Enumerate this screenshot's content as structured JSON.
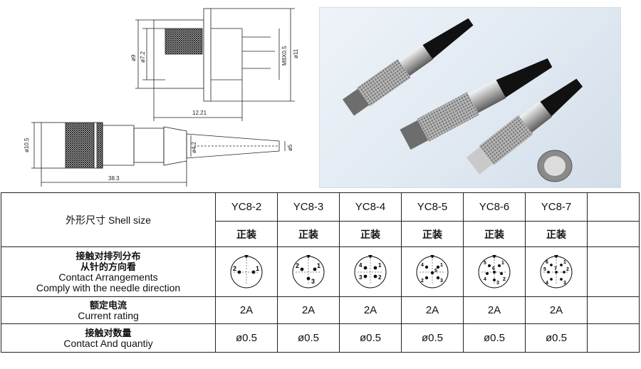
{
  "drawing_top": {
    "dim_length": "12.21",
    "dim_outer_dia": "ø9",
    "dim_inner_dia": "ø7.2",
    "dim_thread": "M8X0.5",
    "dim_flange": "ø11"
  },
  "drawing_bottom": {
    "dim_length": "38.3",
    "dim_body_dia": "ø10.5",
    "dim_inner_dia": "ø4.2",
    "dim_cable_dia": "ø5"
  },
  "table": {
    "shell_size_label": "外形尺寸  Shell size",
    "models": [
      "YC8-2",
      "YC8-3",
      "YC8-4",
      "YC8-5",
      "YC8-6",
      "YC8-7"
    ],
    "mount_label": "正装",
    "arrangement_label_cn_1": "接触对排列分布",
    "arrangement_label_cn_2": "从针的方向看",
    "arrangement_label_en_1": "Contact Arrangements",
    "arrangement_label_en_2": "Comply with the needle direction",
    "current_label_cn": "额定电流",
    "current_label_en": "Current rating",
    "current_values": [
      "2A",
      "2A",
      "2A",
      "2A",
      "2A",
      "2A"
    ],
    "quantity_label_cn": "接触对数量",
    "quantity_label_en": "Contact And quantiy",
    "quantity_values": [
      "ø0.5",
      "ø0.5",
      "ø0.5",
      "ø0.5",
      "ø0.5",
      "ø0.5"
    ],
    "pin_numbers": {
      "yc8_2": [
        "2",
        "1"
      ],
      "yc8_3": [
        "2",
        "1",
        "3"
      ],
      "yc8_4": [
        "4",
        "1",
        "3",
        "2"
      ],
      "yc8_5": [
        "4",
        "1",
        "5",
        "2",
        "3"
      ],
      "yc8_6": [
        "5",
        "1",
        "6",
        "4",
        "2",
        "3"
      ],
      "yc8_7": [
        "6",
        "1",
        "7",
        "5",
        "2",
        "4",
        "3"
      ]
    }
  }
}
